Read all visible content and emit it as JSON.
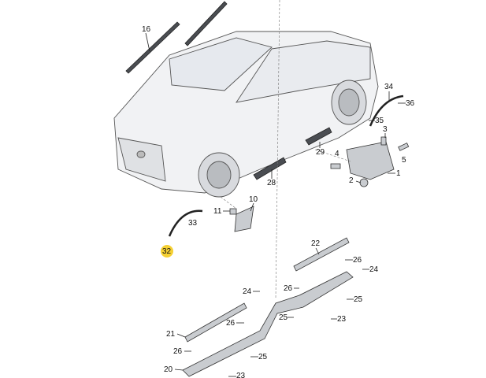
{
  "diagram": {
    "title": "Body exterior trim parts",
    "highlight_color": "#f2c400",
    "labels": [
      "16",
      "34",
      "36",
      "35",
      "3",
      "29",
      "4",
      "5",
      "1",
      "2",
      "28",
      "10",
      "11",
      "33",
      "32",
      "22",
      "26",
      "24",
      "24",
      "26",
      "25",
      "25",
      "23",
      "26",
      "21",
      "26",
      "25",
      "20",
      "23"
    ],
    "highlighted_label": "32"
  }
}
